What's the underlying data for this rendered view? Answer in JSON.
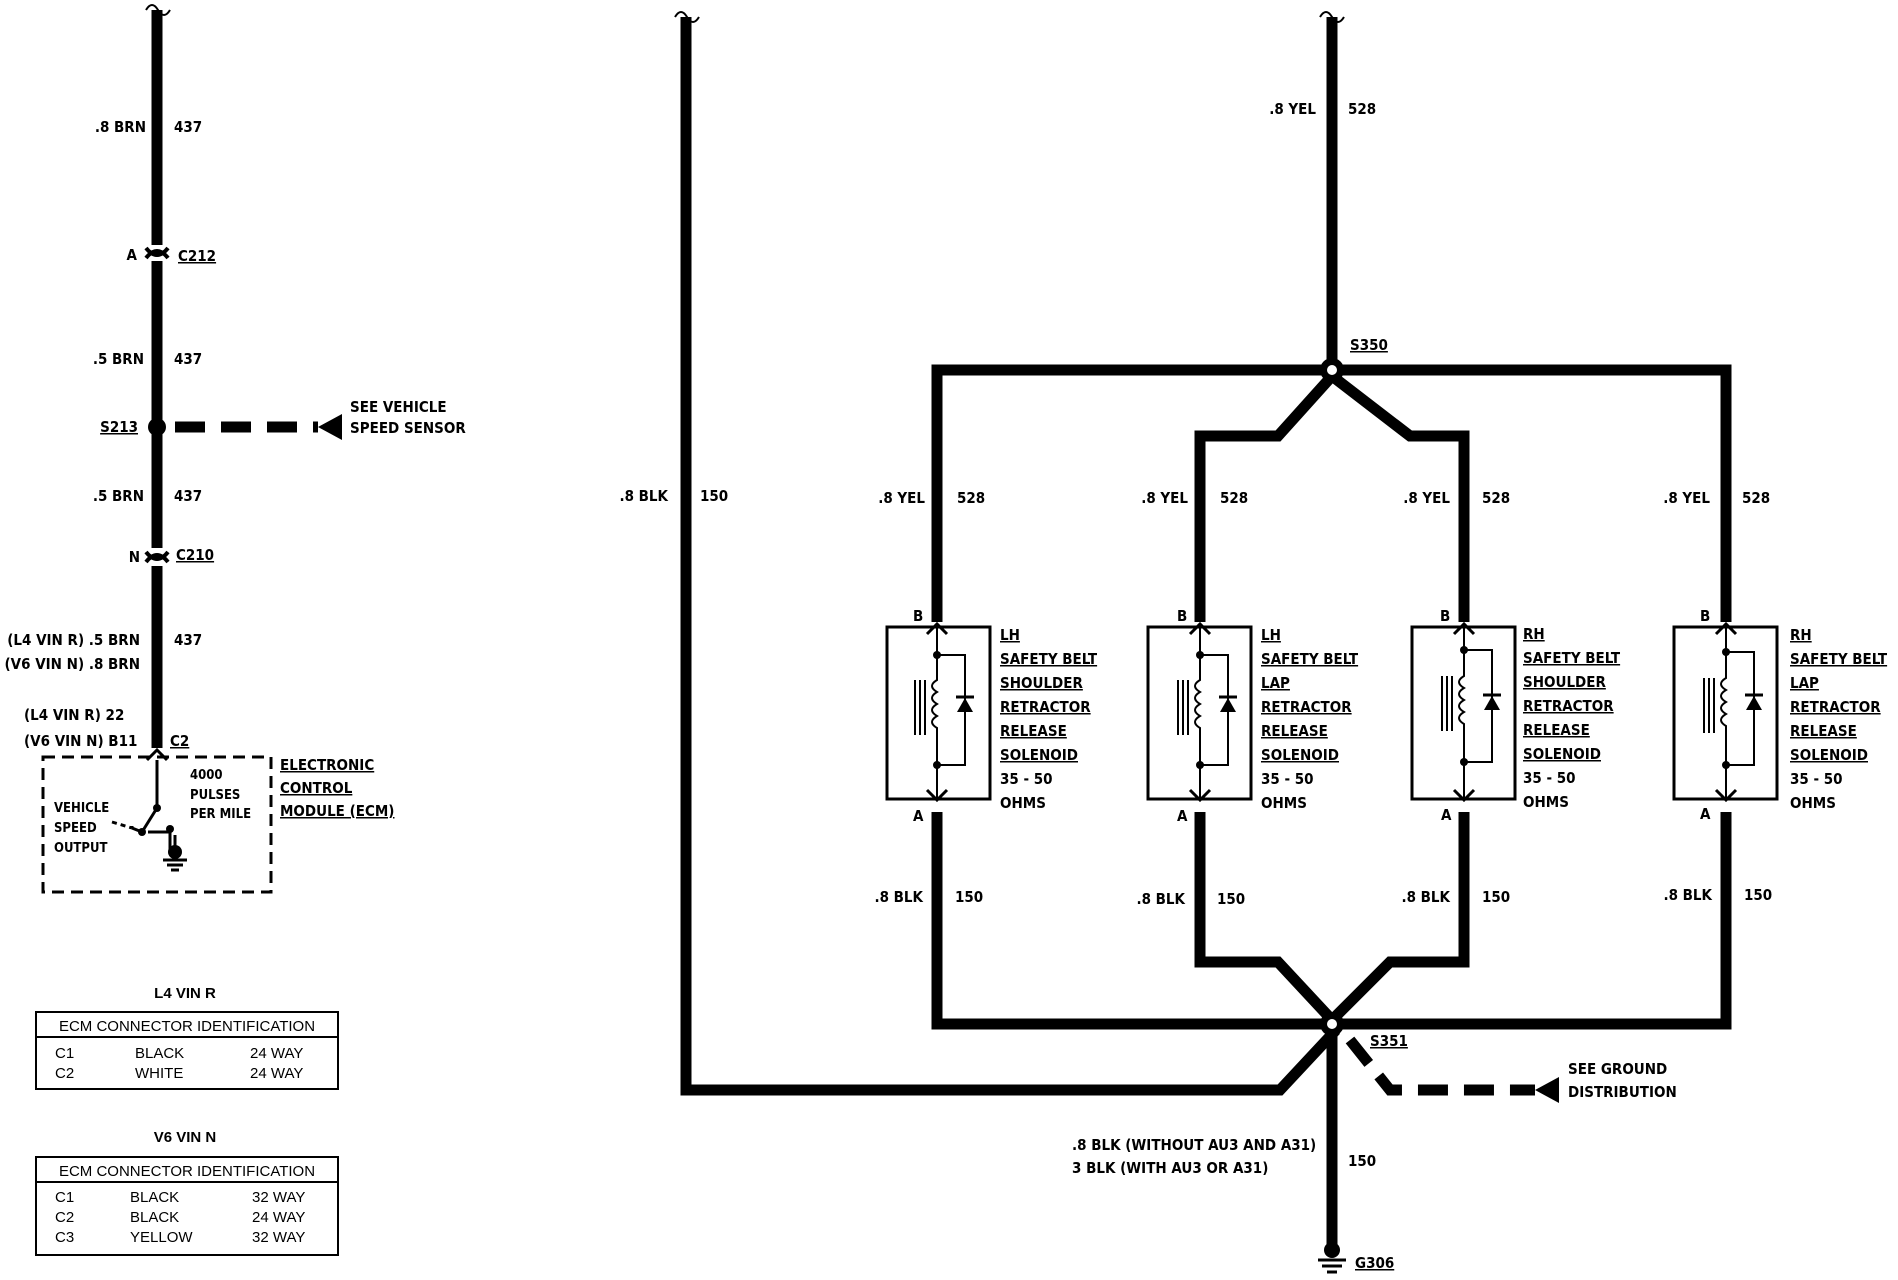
{
  "left_circuit": {
    "top_wire": {
      "gauge": ".8 BRN",
      "circuit": "437"
    },
    "c212": {
      "pin": "A",
      "name": "C212"
    },
    "mid_wire": {
      "gauge": ".5 BRN",
      "circuit": "437"
    },
    "s213": {
      "name": "S213",
      "see": [
        "SEE VEHICLE",
        "SPEED SENSOR"
      ]
    },
    "lower_wire": {
      "gauge": ".5 BRN",
      "circuit": "437"
    },
    "c210": {
      "pin": "N",
      "name": "C210"
    },
    "variant_wire": {
      "l4": "(L4 VIN R) .5 BRN",
      "v6": "(V6 VIN N) .8 BRN",
      "circuit": "437"
    },
    "c2": {
      "l4": "(L4 VIN R) 22",
      "v6": "(V6 VIN N) B11",
      "name": "C2"
    },
    "ecm": {
      "title": [
        "ELECTRONIC",
        "CONTROL",
        "MODULE (ECM)"
      ],
      "output_label": [
        "VEHICLE",
        "SPEED",
        "OUTPUT"
      ],
      "pulses": [
        "4000",
        "PULSES",
        "PER MILE"
      ]
    }
  },
  "tables": [
    {
      "caption": "L4 VIN R",
      "header": "ECM CONNECTOR IDENTIFICATION",
      "rows": [
        [
          "C1",
          "BLACK",
          "24 WAY"
        ],
        [
          "C2",
          "WHITE",
          "24 WAY"
        ]
      ]
    },
    {
      "caption": "V6 VIN N",
      "header": "ECM CONNECTOR IDENTIFICATION",
      "rows": [
        [
          "C1",
          "BLACK",
          "32 WAY"
        ],
        [
          "C2",
          "BLACK",
          "24 WAY"
        ],
        [
          "C3",
          "YELLOW",
          "32 WAY"
        ]
      ]
    }
  ],
  "right_circuit": {
    "feed_wire": {
      "gauge": ".8 YEL",
      "circuit": "528"
    },
    "ground_return": {
      "gauge": ".8 BLK",
      "circuit": "150"
    },
    "s350": "S350",
    "s351": "S351",
    "see_ground": [
      "SEE GROUND",
      "DISTRIBUTION"
    ],
    "bottom_wire": {
      "line1": ".8 BLK (WITHOUT AU3 AND A31)",
      "line2": "3 BLK (WITH AU3 OR A31)",
      "circuit": "150"
    },
    "g306": "G306",
    "solenoids": [
      {
        "upper": {
          "gauge": ".8 YEL",
          "circuit": "528"
        },
        "lower": {
          "gauge": ".8 BLK",
          "circuit": "150"
        },
        "pin_b": "B",
        "pin_a": "A",
        "name": [
          "LH",
          "SAFETY BELT",
          "SHOULDER",
          "RETRACTOR",
          "RELEASE",
          "SOLENOID"
        ],
        "resistance": [
          "35 - 50",
          "OHMS"
        ]
      },
      {
        "upper": {
          "gauge": ".8 YEL",
          "circuit": "528"
        },
        "lower": {
          "gauge": ".8 BLK",
          "circuit": "150"
        },
        "pin_b": "B",
        "pin_a": "A",
        "name": [
          "LH",
          "SAFETY BELT",
          "LAP",
          "RETRACTOR",
          "RELEASE",
          "SOLENOID"
        ],
        "resistance": [
          "35 - 50",
          "OHMS"
        ]
      },
      {
        "upper": {
          "gauge": ".8 YEL",
          "circuit": "528"
        },
        "lower": {
          "gauge": ".8 BLK",
          "circuit": "150"
        },
        "pin_b": "B",
        "pin_a": "A",
        "name": [
          "RH",
          "SAFETY BELT",
          "SHOULDER",
          "RETRACTOR",
          "RELEASE",
          "SOLENOID"
        ],
        "resistance": [
          "35 - 50",
          "OHMS"
        ]
      },
      {
        "upper": {
          "gauge": ".8 YEL",
          "circuit": "528"
        },
        "lower": {
          "gauge": ".8 BLK",
          "circuit": "150"
        },
        "pin_b": "B",
        "pin_a": "A",
        "name": [
          "RH",
          "SAFETY BELT",
          "LAP",
          "RETRACTOR",
          "RELEASE",
          "SOLENOID"
        ],
        "resistance": [
          "35 - 50",
          "OHMS"
        ]
      }
    ]
  }
}
